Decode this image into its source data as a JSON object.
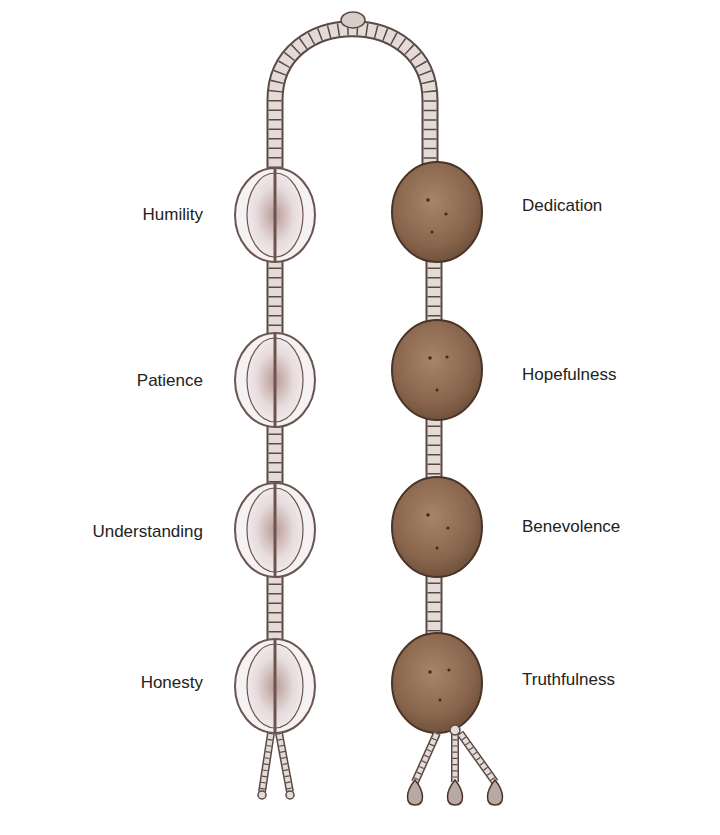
{
  "diagram": {
    "labels": [
      "Humility",
      "Dedication",
      "Patience",
      "Hopefulness",
      "Understanding",
      "Benevolence",
      "Honesty",
      "Truthfulness"
    ]
  }
}
